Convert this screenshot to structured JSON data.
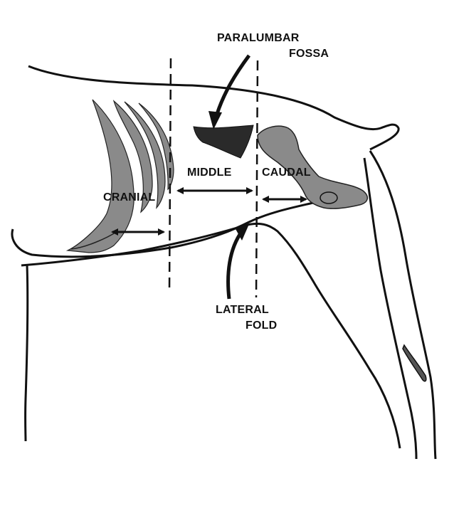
{
  "labels": {
    "paralumbar_line1": "PARALUMBAR",
    "paralumbar_line2": "FOSSA",
    "middle": "MIDDLE",
    "caudal": "CAUDAL",
    "cranial": "CRANIAL",
    "lateral_line1": "LATERAL",
    "lateral_line2": "FOLD"
  },
  "colors": {
    "ink": "#111111",
    "shade": "#8a8a8a",
    "background": "#ffffff"
  }
}
